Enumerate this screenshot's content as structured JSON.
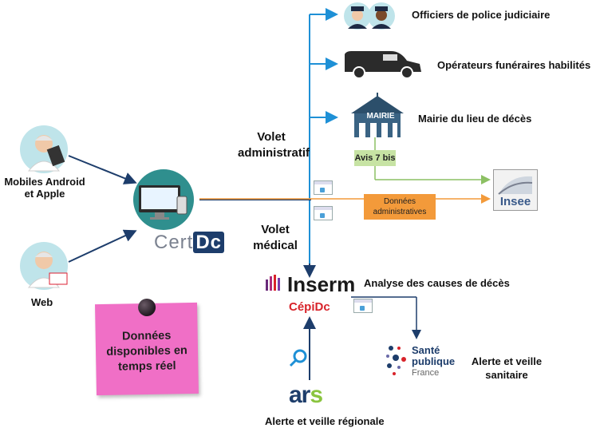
{
  "nodes": {
    "mobile_label": "Mobiles Android et Apple",
    "web_label": "Web",
    "certdc_cert": "Cert",
    "certdc_dc": "Dc",
    "officiers": "Officiers de police judiciaire",
    "funeraires": "Opérateurs funéraires habilités",
    "mairie": "Mairie du lieu de décès",
    "mairie_sign": "MAIRIE",
    "avis": "Avis 7 bis",
    "donnees_admin": "Données administratives",
    "insee": "Insee",
    "volet_admin": "Volet administratif",
    "volet_medical": "Volet médical",
    "inserm": "Inserm",
    "cepidc": "CépiDc",
    "analyse": "Analyse des causes de décès",
    "sante_publique_1": "Santé",
    "sante_publique_2": "publique",
    "sante_publique_3": "France",
    "alerte_sanitaire": "Alerte et veille sanitaire",
    "ars": "ar",
    "ars_s": "s",
    "alerte_regionale": "Alerte et veille régionale",
    "note": "Données disponibles en temps réel"
  },
  "colors": {
    "arrow_blue": "#1e90d6",
    "arrow_navy": "#1d3d6b",
    "arrow_green": "#8cc063",
    "arrow_orange": "#f39a3a",
    "note_pink": "#f06fc6"
  }
}
